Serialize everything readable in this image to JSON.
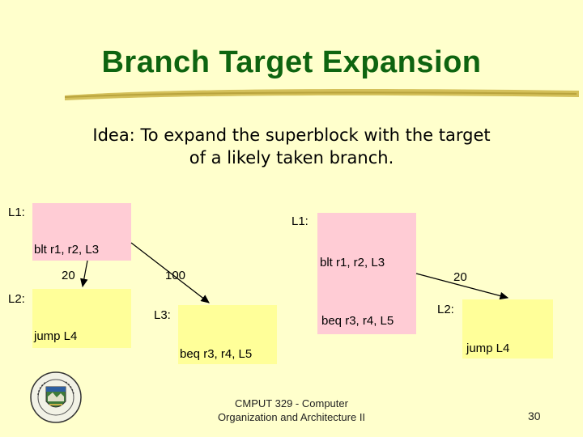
{
  "slide": {
    "title": "Branch Target Expansion",
    "idea_line1": "Idea: To expand the superblock with the target",
    "idea_line2": "of a likely taken branch.",
    "footer_line1": "CMPUT 329 - Computer",
    "footer_line2": "Organization and Architecture II",
    "page_number": "30"
  },
  "left_diagram": {
    "label_l1": "L1:",
    "l1_instr": "blt r1, r2, L3",
    "edge_left": "20",
    "edge_right": "100",
    "label_l2": "L2:",
    "l2_instr": "jump L4",
    "label_l3": "L3:",
    "l3_instr": "beq r3, r4, L5"
  },
  "right_diagram": {
    "label_l1": "L1:",
    "l1_instr1": "blt r1, r2, L3",
    "l1_instr2": "beq r3, r4, L5",
    "edge": "20",
    "label_l2": "L2:",
    "l2_instr": "jump L4"
  },
  "colors": {
    "title": "#0e6410",
    "background": "#ffffcc",
    "block_pink": "#ffccd5",
    "block_yellow": "#ffff99"
  }
}
